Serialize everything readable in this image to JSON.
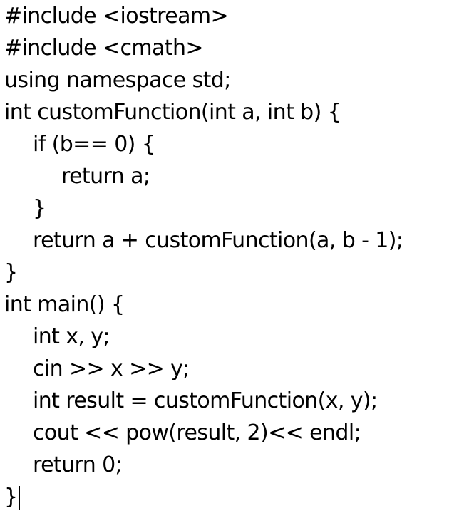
{
  "code": {
    "lines": [
      "#include <iostream>",
      "#include <cmath>",
      "using namespace std;",
      "int customFunction(int a, int b) {",
      "if (b== 0) {",
      "return a;",
      "}",
      "return a + customFunction(a, b - 1);",
      "}",
      "int main() {",
      "int x, y;",
      "cin >> x >> y;",
      "int result = customFunction(x, y);",
      "cout << pow(result, 2)<< endl;",
      "return 0;",
      "}"
    ]
  }
}
